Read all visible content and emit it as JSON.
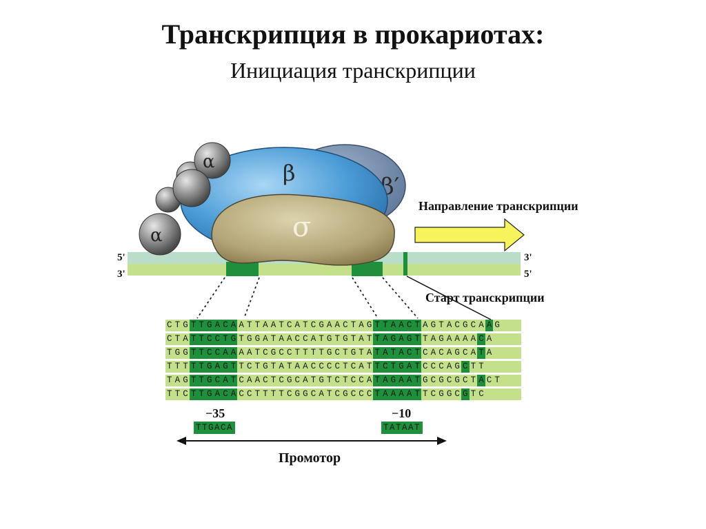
{
  "title": "Транскрипция в прокариотах:",
  "subtitle": "Инициация транскрипции",
  "labels": {
    "direction": "Направление транскрипции",
    "start": "Старт транскрипции",
    "promoter": "Промотор",
    "five_prime_top": "5'",
    "three_prime_bottom": "3'",
    "three_prime_top": "3'",
    "five_prime_bottom": "5'"
  },
  "enzyme": {
    "alpha_top": "α",
    "alpha_left": "α",
    "beta": "β",
    "beta_prime": "β′",
    "sigma": "σ"
  },
  "sequences": [
    "CTGTTGACAATTAATCATCGAACTAGTTAACTAGTACGCAAG",
    "CTATTCCTGTGGATAACCATGTGTATTAGAGTTAGAAAACA",
    "TGGTTCCAAAATCGCCTTTTGCTGTATATACTCACAGCATA",
    "TTTTTGAGTTCTGTATAACCCCTCATTCTGATCCCAGCTT",
    "TAGTTGCATCAACTCGCATGTCTCCATAGAATGCGCGCTACT",
    "TTCTTGACACCTTTTCGGCATCGCCCTAAAATTCGGCGTC"
  ],
  "highlights": [
    [
      [
        3,
        8
      ],
      [
        26,
        31
      ],
      [
        40,
        40
      ]
    ],
    [
      [
        3,
        8
      ],
      [
        26,
        31
      ],
      [
        39,
        39
      ]
    ],
    [
      [
        3,
        8
      ],
      [
        26,
        31
      ],
      [
        39,
        39
      ]
    ],
    [
      [
        3,
        8
      ],
      [
        26,
        31
      ],
      [
        37,
        37
      ]
    ],
    [
      [
        3,
        8
      ],
      [
        26,
        31
      ],
      [
        39,
        39
      ]
    ],
    [
      [
        3,
        8
      ],
      [
        26,
        31
      ],
      [
        37,
        37
      ]
    ]
  ],
  "consensus": {
    "minus35_label": "−35",
    "minus35_seq": "TTGACA",
    "minus10_label": "−10",
    "minus10_seq": "TATAAT"
  },
  "colors": {
    "dna_top": "#b9ddc9",
    "dna_bottom": "#c4e08a",
    "promoter_box": "#1e8f3a",
    "beta": "#4a9bd6",
    "beta_prime": "#6e8aad",
    "sigma": "#b8aa80",
    "alpha": "#8e8e8e",
    "arrow": "#f7f35a"
  }
}
